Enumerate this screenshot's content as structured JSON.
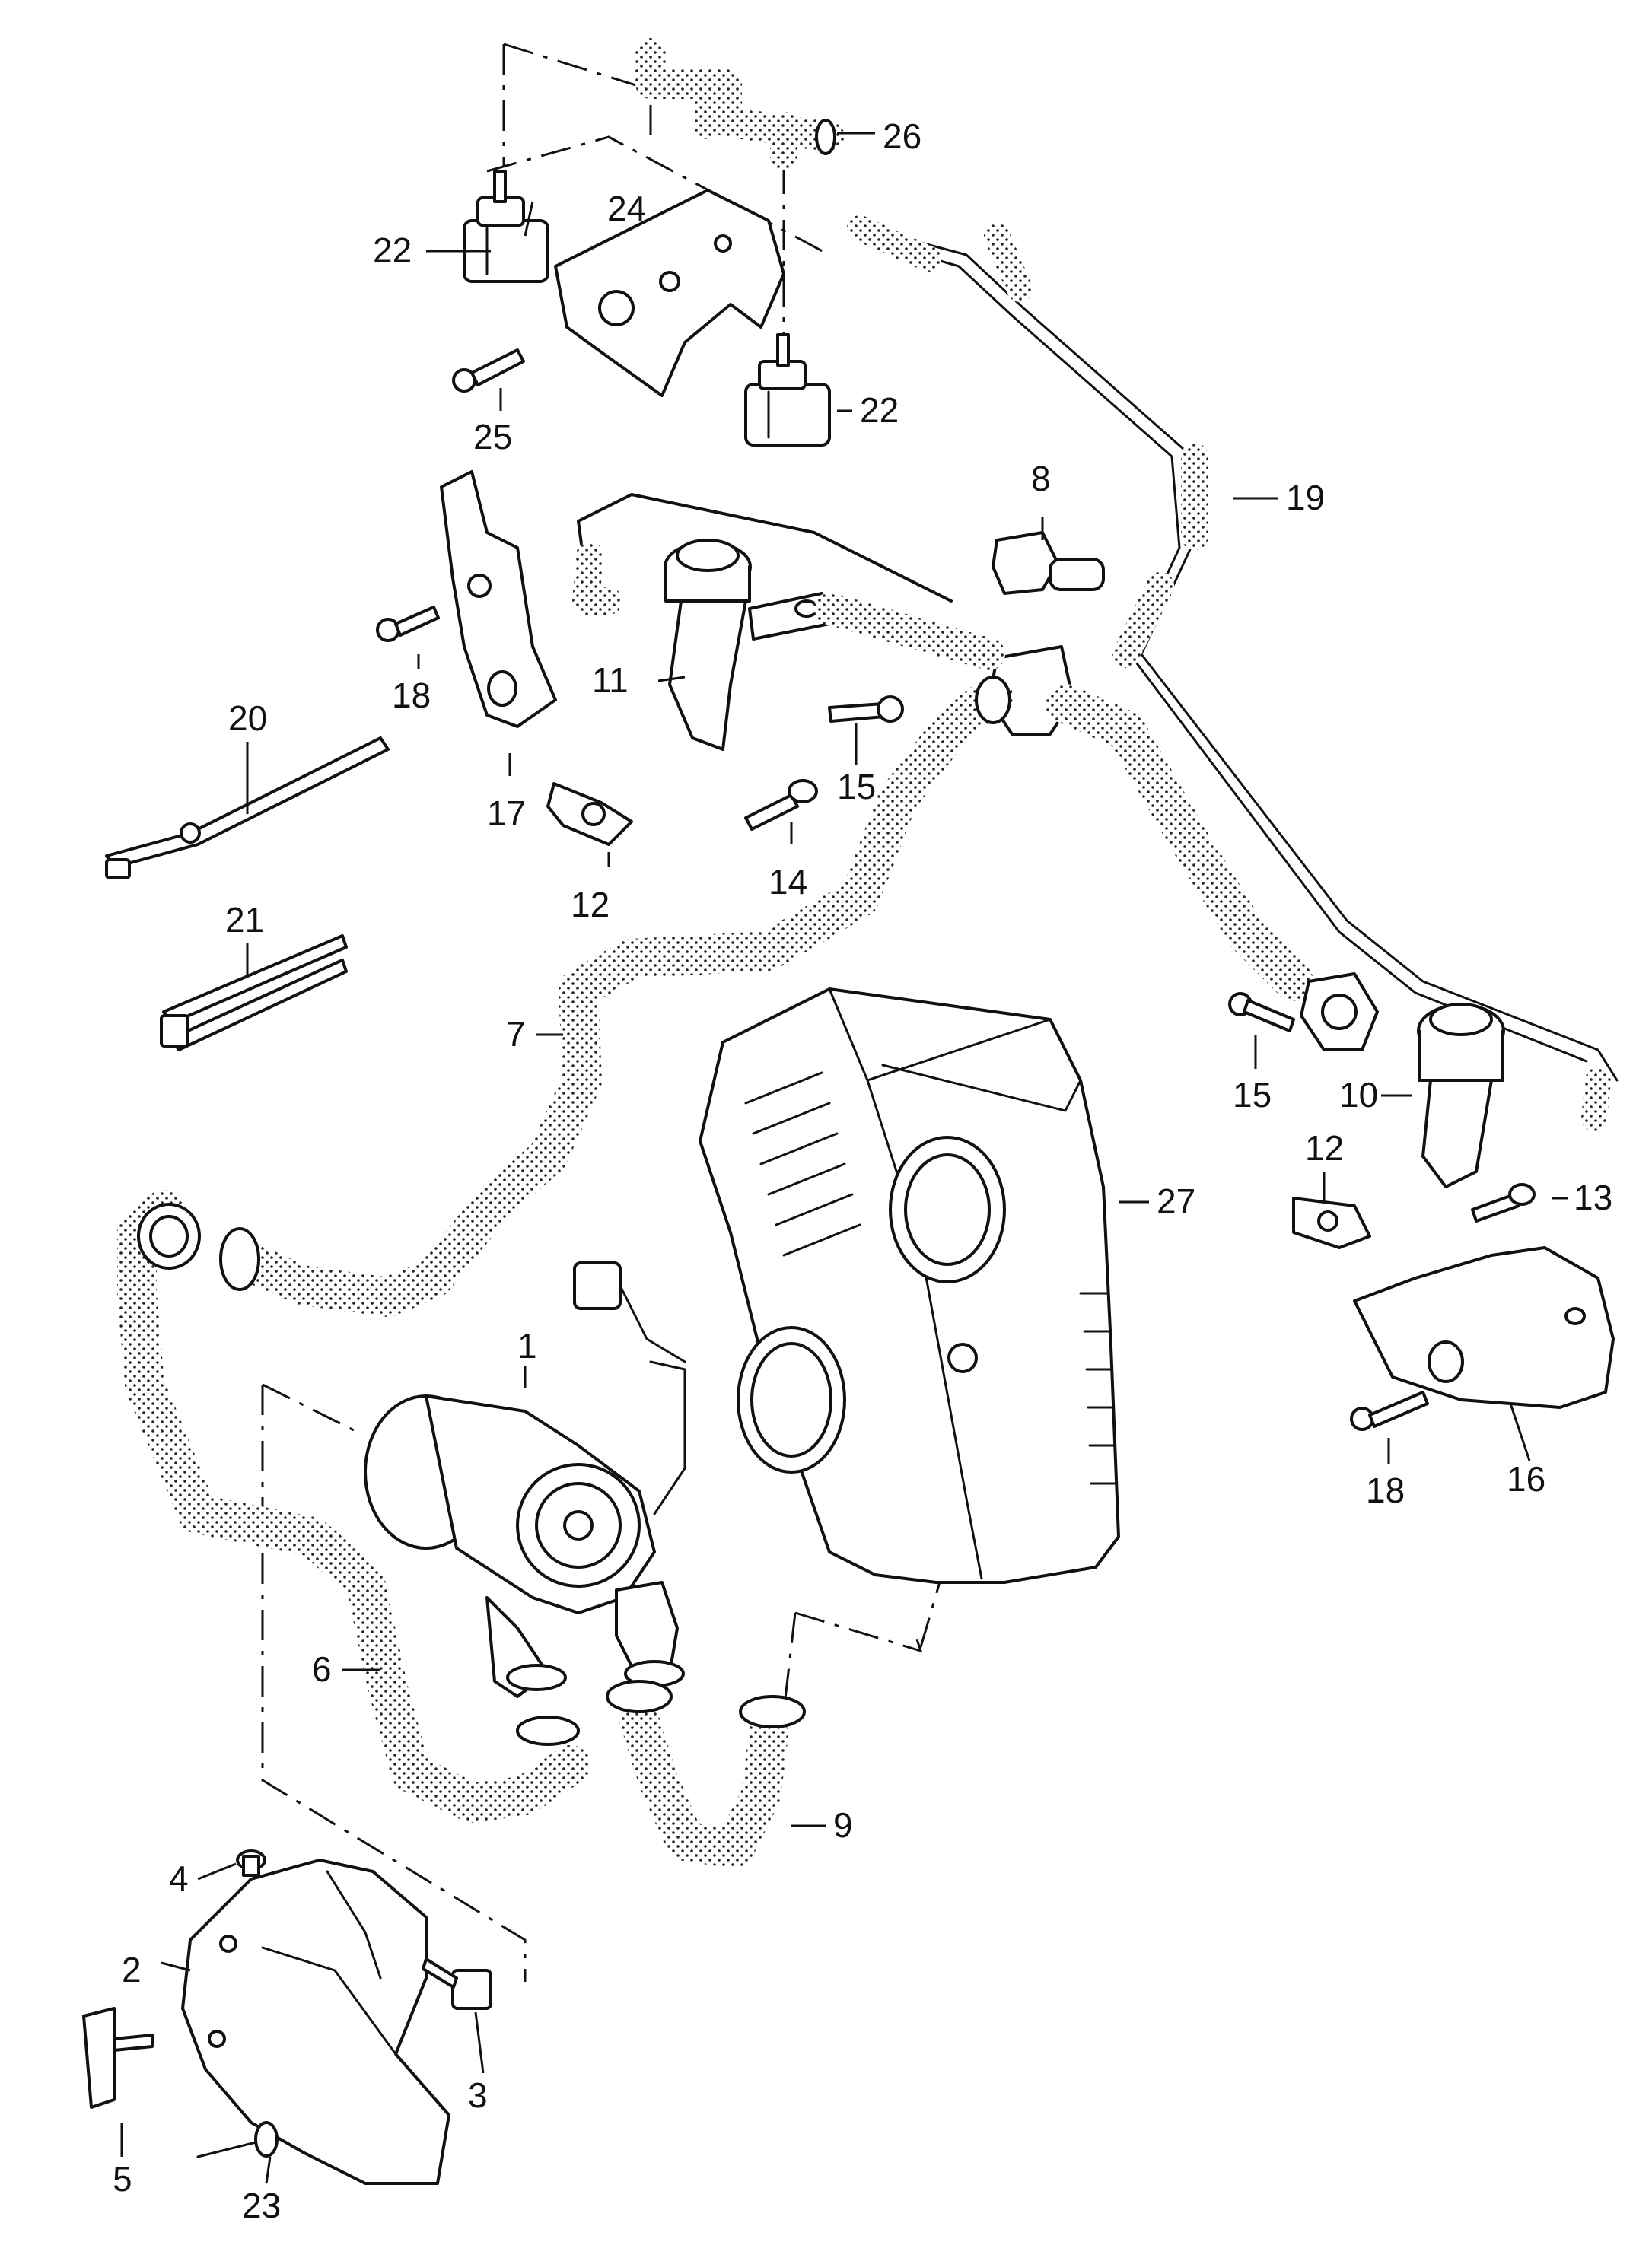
{
  "diagram": {
    "parts": [
      {
        "id": "p1",
        "number": "1"
      },
      {
        "id": "p2",
        "number": "2"
      },
      {
        "id": "p3",
        "number": "3"
      },
      {
        "id": "p4",
        "number": "4"
      },
      {
        "id": "p5",
        "number": "5"
      },
      {
        "id": "p6",
        "number": "6"
      },
      {
        "id": "p7",
        "number": "7"
      },
      {
        "id": "p8",
        "number": "8"
      },
      {
        "id": "p9",
        "number": "9"
      },
      {
        "id": "p10",
        "number": "10"
      },
      {
        "id": "p11",
        "number": "11"
      },
      {
        "id": "p12a",
        "number": "12"
      },
      {
        "id": "p12b",
        "number": "12"
      },
      {
        "id": "p13",
        "number": "13"
      },
      {
        "id": "p14",
        "number": "14"
      },
      {
        "id": "p15a",
        "number": "15"
      },
      {
        "id": "p15b",
        "number": "15"
      },
      {
        "id": "p16",
        "number": "16"
      },
      {
        "id": "p17",
        "number": "17"
      },
      {
        "id": "p18a",
        "number": "18"
      },
      {
        "id": "p18b",
        "number": "18"
      },
      {
        "id": "p19",
        "number": "19"
      },
      {
        "id": "p20",
        "number": "20"
      },
      {
        "id": "p21",
        "number": "21"
      },
      {
        "id": "p22a",
        "number": "22"
      },
      {
        "id": "p22b",
        "number": "22"
      },
      {
        "id": "p23",
        "number": "23"
      },
      {
        "id": "p24",
        "number": "24"
      },
      {
        "id": "p25",
        "number": "25"
      },
      {
        "id": "p26",
        "number": "26"
      },
      {
        "id": "p27",
        "number": "27"
      }
    ]
  }
}
